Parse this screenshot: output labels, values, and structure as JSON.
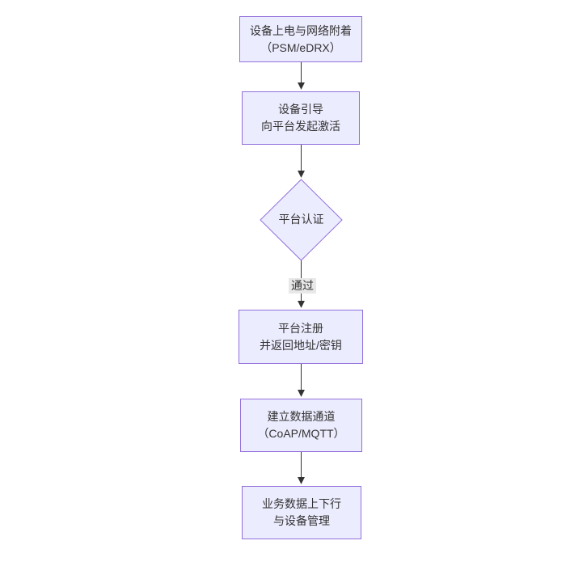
{
  "diagram": {
    "type": "flowchart",
    "direction": "top-down",
    "nodes": [
      {
        "id": "A",
        "shape": "rect",
        "line1": "设备上电与网络附着",
        "line2": "（PSM/eDRX）"
      },
      {
        "id": "B",
        "shape": "rect",
        "line1": "设备引导",
        "line2": "向平台发起激活"
      },
      {
        "id": "C",
        "shape": "diamond",
        "line1": "平台认证"
      },
      {
        "id": "D",
        "shape": "rect",
        "line1": "平台注册",
        "line2": "并返回地址/密钥"
      },
      {
        "id": "E",
        "shape": "rect",
        "line1": "建立数据通道",
        "line2": "（CoAP/MQTT）"
      },
      {
        "id": "F",
        "shape": "rect",
        "line1": "业务数据上下行",
        "line2": "与设备管理"
      }
    ],
    "edges": [
      {
        "from": "A",
        "to": "B",
        "label": ""
      },
      {
        "from": "B",
        "to": "C",
        "label": ""
      },
      {
        "from": "C",
        "to": "D",
        "label": "通过"
      },
      {
        "from": "D",
        "to": "E",
        "label": ""
      },
      {
        "from": "E",
        "to": "F",
        "label": ""
      }
    ],
    "colors": {
      "node_fill": "#ECECFF",
      "node_border": "#9370DB",
      "text": "#333333",
      "arrow": "#333333",
      "edge_label_bg": "#e8e8e8",
      "background": "#ffffff"
    }
  }
}
